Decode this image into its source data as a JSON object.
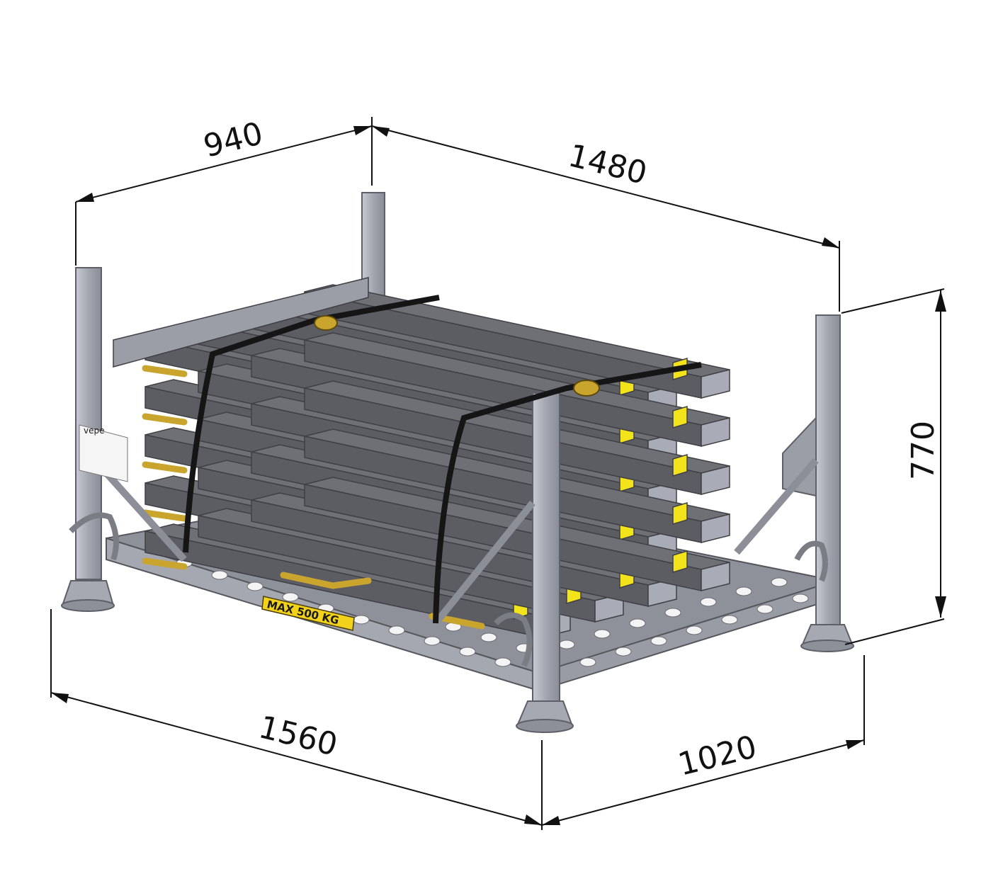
{
  "dimensions": {
    "top_left": "940",
    "top_right": "1480",
    "height": "770",
    "bottom_left": "1560",
    "bottom_right": "1020"
  },
  "labels": {
    "capacity_plate": "MAX 500 KG",
    "brand": "vepe"
  },
  "colors": {
    "steel": "#a9acb6",
    "steel_dark": "#7c7f88",
    "beam": "#6f7076",
    "hook": "#c9a52e",
    "yellow_plate": "#f2e31a",
    "strap": "#151515"
  }
}
